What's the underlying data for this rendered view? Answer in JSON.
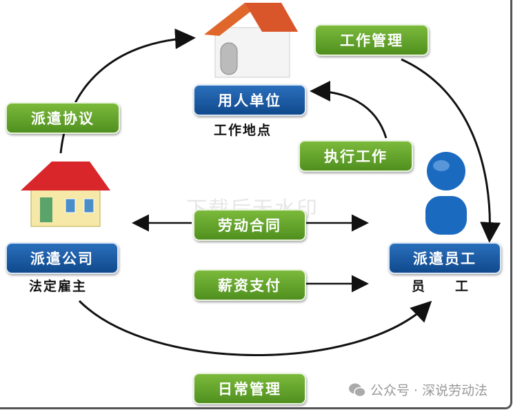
{
  "nodes": {
    "work_management": "工作管理",
    "employer_unit": "用人单位",
    "work_location": "工作地点",
    "dispatch_agreement": "派遣协议",
    "execute_work": "执行工作",
    "labor_contract": "劳动合同",
    "dispatch_company": "派遣公司",
    "legal_employer": "法定雇主",
    "salary_payment": "薪资支付",
    "dispatched_employee": "派遣员工",
    "employee": "员　　工",
    "daily_management": "日常管理"
  },
  "watermark": "下载后无水印",
  "credit": "公众号 · 深说劳动法",
  "colors": {
    "green": "#5a9a28",
    "blue": "#1a5aa0"
  }
}
